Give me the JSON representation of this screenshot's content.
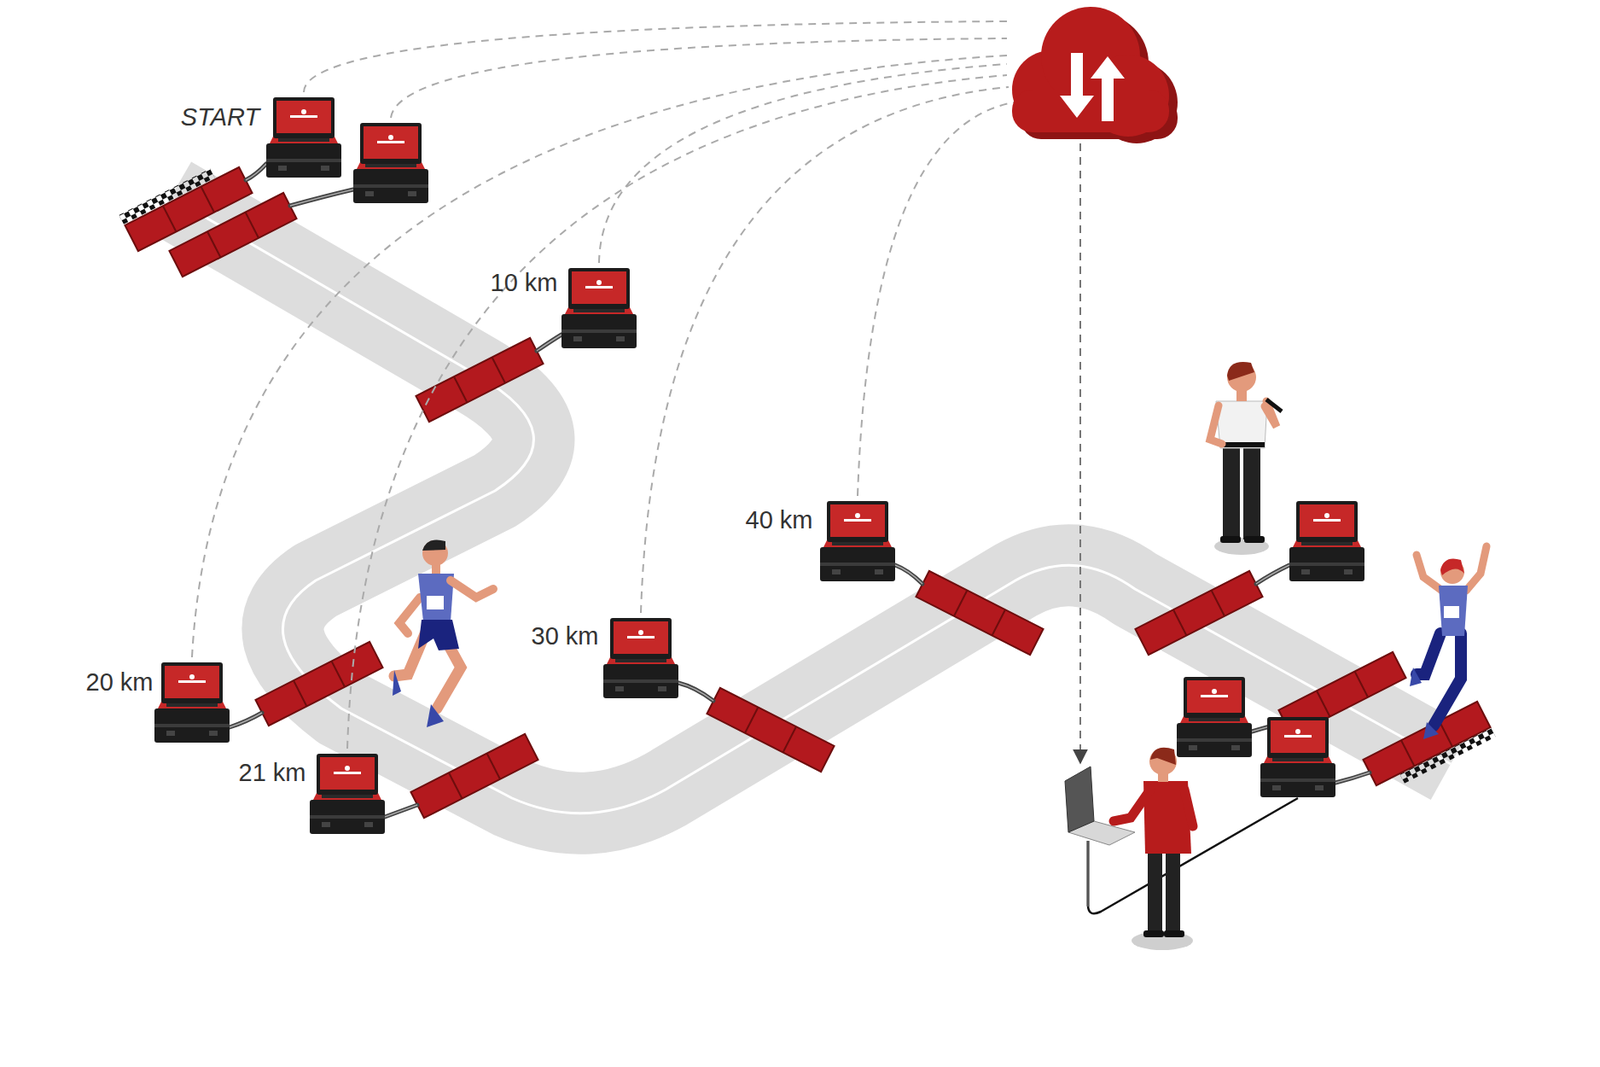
{
  "diagram": {
    "labels": [
      "START",
      "10 km",
      "20 km",
      "21 km",
      "30 km",
      "40 km"
    ]
  }
}
